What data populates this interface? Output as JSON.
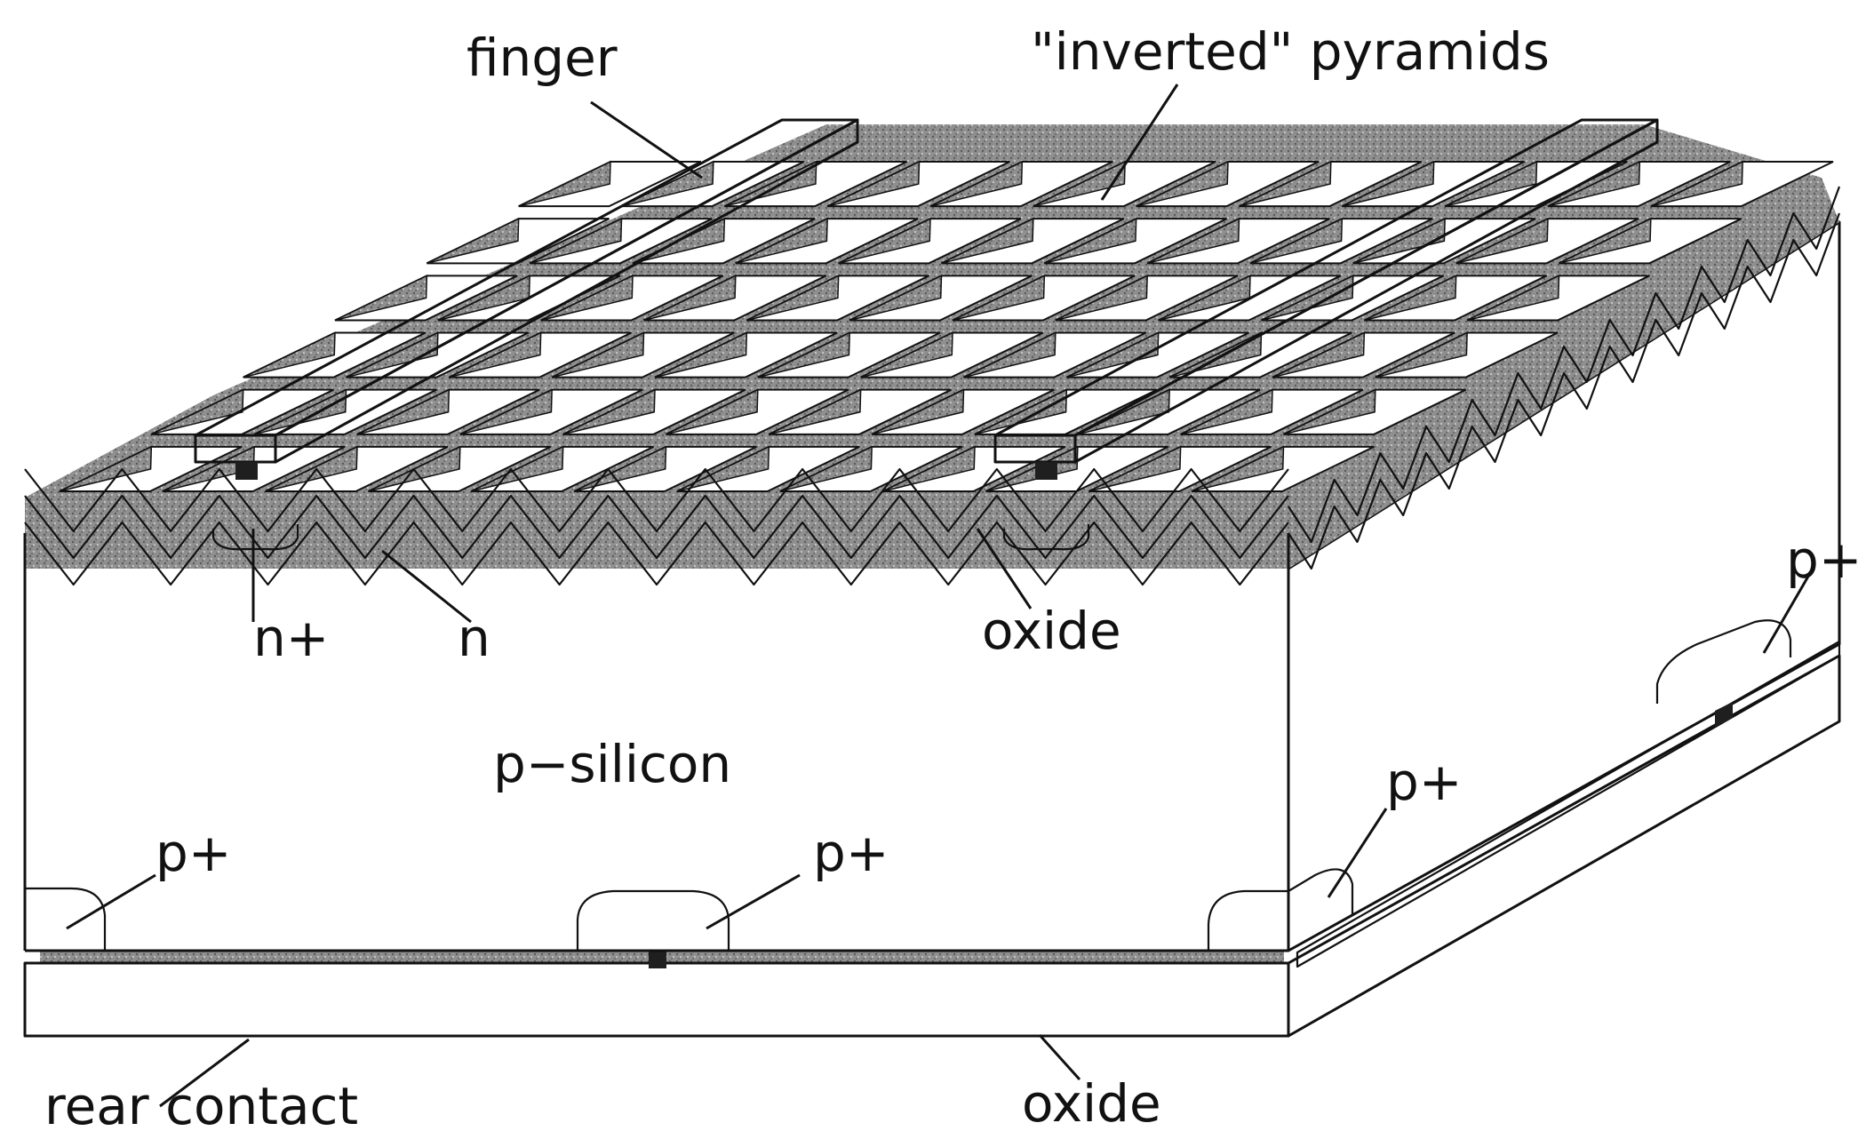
{
  "labels": {
    "finger": "finger",
    "inverted_pyramids": "\"inverted\" pyramids",
    "n_plus": "n+",
    "n": "n",
    "oxide_top": "oxide",
    "p_plus_right_top": "p+",
    "p_silicon": "p−silicon",
    "p_plus_left": "p+",
    "p_plus_middle": "p+",
    "p_plus_right_mid": "p+",
    "rear_contact": "rear contact",
    "oxide_bottom": "oxide"
  },
  "colors": {
    "ink": "#111111",
    "dark_layer": "#1f1f1f",
    "oxide_gray": "#9a9a9a",
    "facet_gray": "#8c8c8c",
    "background": "#ffffff"
  },
  "icons": [
    "solar-cell-diagram"
  ]
}
